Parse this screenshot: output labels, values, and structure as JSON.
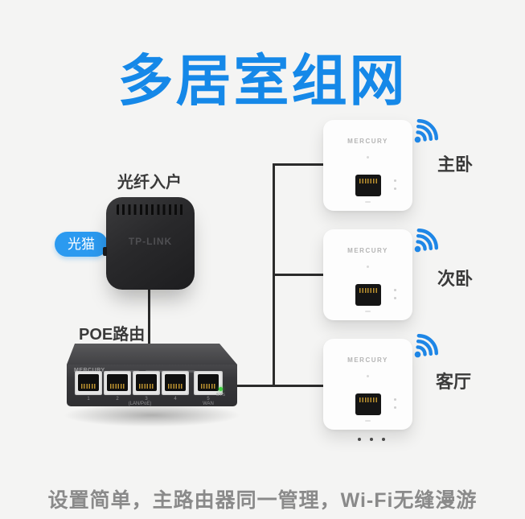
{
  "page": {
    "title": "多居室组网",
    "caption": "设置简单，主路由器同一管理，Wi-Fi无缝漫游",
    "background": "#f4f4f3"
  },
  "colors": {
    "title_blue": "#1588e8",
    "badge_blue": "#2b9af0",
    "wifi_blue": "#1e86e6",
    "line_dark": "#2b2b2b",
    "caption_gray": "#8a8a8a",
    "label_dark": "#3a3a3a"
  },
  "modem": {
    "label": "光纤入户",
    "badge": "光猫",
    "brand": "TP-LINK"
  },
  "router": {
    "label": "POE路由",
    "brand": "MERCURY",
    "ports": [
      "1",
      "2",
      "3",
      "4",
      "5"
    ],
    "lan_poe_label": "(LAN/PoE)",
    "wan_label": "WAN",
    "led_label": "SYS"
  },
  "aps": [
    {
      "brand": "MERCURY",
      "room": "主卧"
    },
    {
      "brand": "MERCURY",
      "room": "次卧"
    },
    {
      "brand": "MERCURY",
      "room": "客厅"
    }
  ]
}
